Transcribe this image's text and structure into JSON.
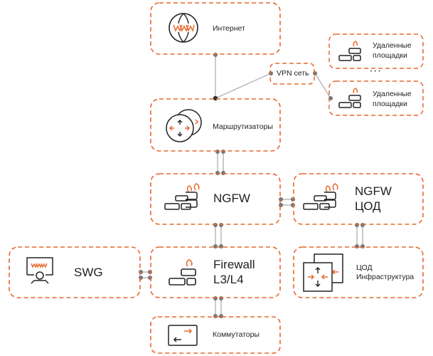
{
  "diagram": {
    "colors": {
      "accent": "#e8692c",
      "line": "#b0b0b0",
      "dot": "#777777",
      "ink": "#222222"
    },
    "nodes": {
      "internet": {
        "label": "Интернет",
        "icon": "www-globe-icon"
      },
      "vpn": {
        "label": "VPN сеть"
      },
      "remote1": {
        "label_line1": "Удаленные",
        "label_line2": "площадки",
        "icon": "firewall-bricks-icon"
      },
      "ellipsis": "• • •",
      "remote2": {
        "label_line1": "Удаленные",
        "label_line2": "площадки",
        "icon": "firewall-bricks-icon"
      },
      "routers": {
        "label": "Маршрутизаторы",
        "icon": "router-icon"
      },
      "ngfw": {
        "label": "NGFW",
        "icon": "ngfw-icon"
      },
      "ngfw_dc": {
        "label_line1": "NGFW",
        "label_line2": "ЦОД",
        "icon": "ngfw-icon"
      },
      "swg": {
        "label": "SWG",
        "icon": "swg-icon"
      },
      "firewall": {
        "label_line1": "Firewall",
        "label_line2": "L3/L4",
        "icon": "firewall-icon"
      },
      "dc_infra": {
        "label_line1": "ЦОД",
        "label_line2": "Инфраструктура",
        "icon": "dc-switch-icon"
      },
      "switches": {
        "label": "Коммутаторы",
        "icon": "switch-icon"
      }
    },
    "connections": [
      {
        "from": "internet",
        "to": "routers"
      },
      {
        "from": "routers",
        "to": "vpn"
      },
      {
        "from": "vpn",
        "to": "remote2"
      },
      {
        "from": "routers",
        "to": "ngfw",
        "type": "double"
      },
      {
        "from": "ngfw",
        "to": "ngfw_dc",
        "type": "double"
      },
      {
        "from": "ngfw",
        "to": "firewall",
        "type": "double"
      },
      {
        "from": "ngfw_dc",
        "to": "dc_infra",
        "type": "double"
      },
      {
        "from": "swg",
        "to": "firewall",
        "type": "double"
      },
      {
        "from": "firewall",
        "to": "switches",
        "type": "double"
      }
    ]
  }
}
